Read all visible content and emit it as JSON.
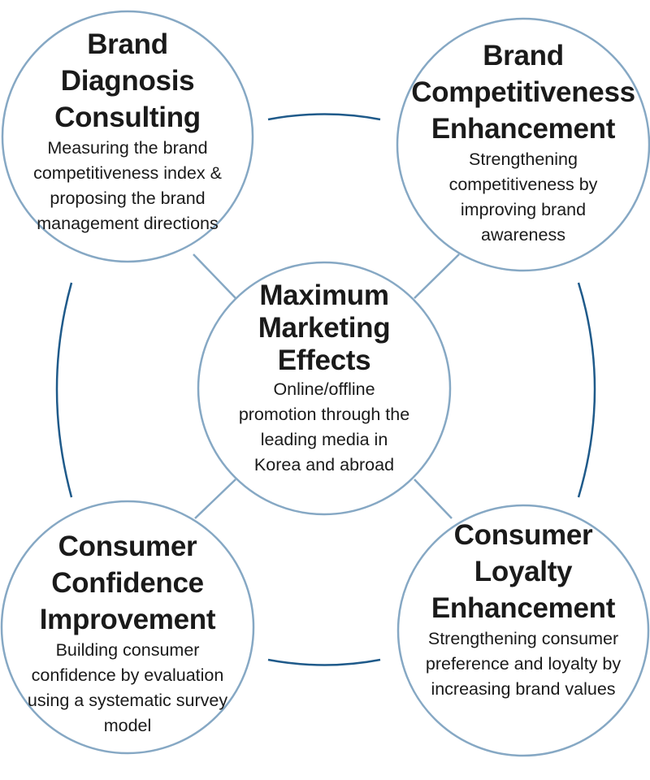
{
  "colors": {
    "circle_stroke": "#86a8c4",
    "arc_stroke": "#1f5a8a",
    "connector": "#86a8c4"
  },
  "nodes": {
    "top_left": {
      "title": "Brand Diagnosis Consulting",
      "description": "Measuring the brand competitiveness index & proposing the brand management directions"
    },
    "top_right": {
      "title": "Brand Competitiveness Enhancement",
      "description": "Strengthening competitiveness by improving brand awareness"
    },
    "center": {
      "title": "Maximum Marketing Effects",
      "description": "Online/offline promotion through the leading media in Korea and abroad"
    },
    "bottom_left": {
      "title": "Consumer Confidence Improvement",
      "description": "Building consumer confidence by evaluation using a systematic survey model"
    },
    "bottom_right": {
      "title": "Consumer Loyalty Enhancement",
      "description": "Strengthening consumer preference and loyalty by increasing brand values"
    }
  }
}
